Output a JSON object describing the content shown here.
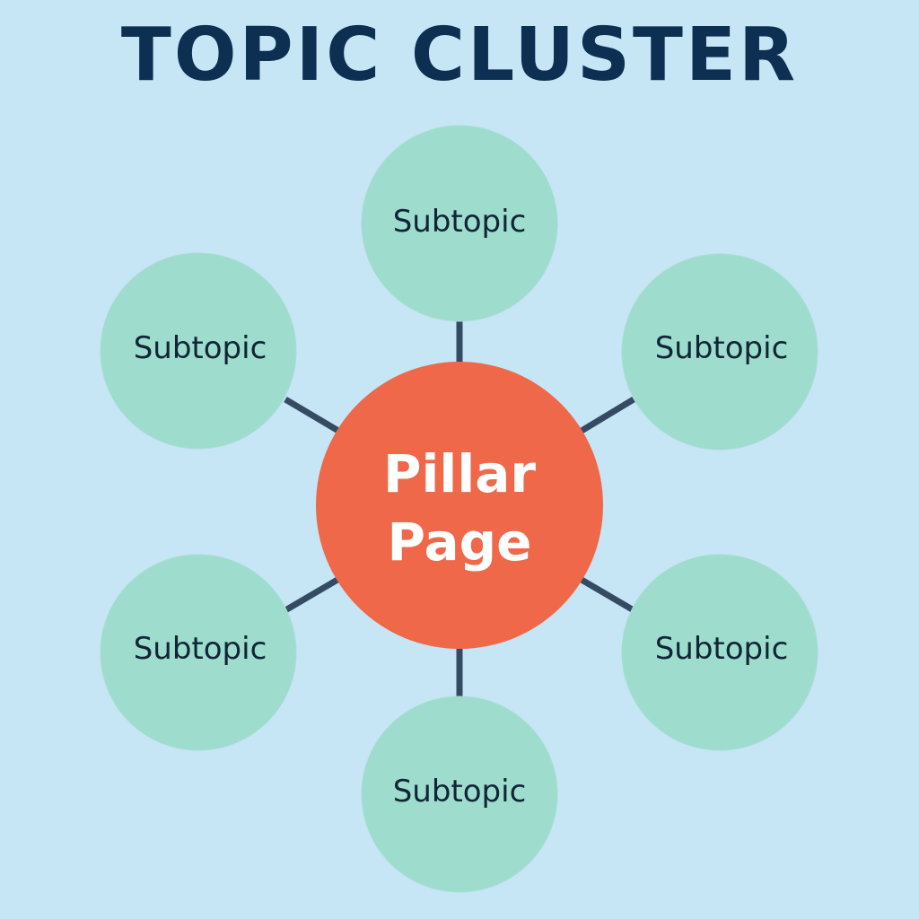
{
  "title": "TOPIC CLUSTER",
  "colors": {
    "background": "#c6e5f5",
    "title": "#0c2f52",
    "pillar": "#ee6849",
    "subtopic": "#9edccd",
    "connector": "#354b63",
    "subtopic_text": "#102536",
    "pillar_text": "#ffffff"
  },
  "pillar": {
    "line1": "Pillar",
    "line2": "Page"
  },
  "subtopics": [
    {
      "position": "top",
      "label": "Subtopic"
    },
    {
      "position": "top-right",
      "label": "Subtopic"
    },
    {
      "position": "bottom-right",
      "label": "Subtopic"
    },
    {
      "position": "bottom",
      "label": "Subtopic"
    },
    {
      "position": "bottom-left",
      "label": "Subtopic"
    },
    {
      "position": "top-left",
      "label": "Subtopic"
    }
  ]
}
